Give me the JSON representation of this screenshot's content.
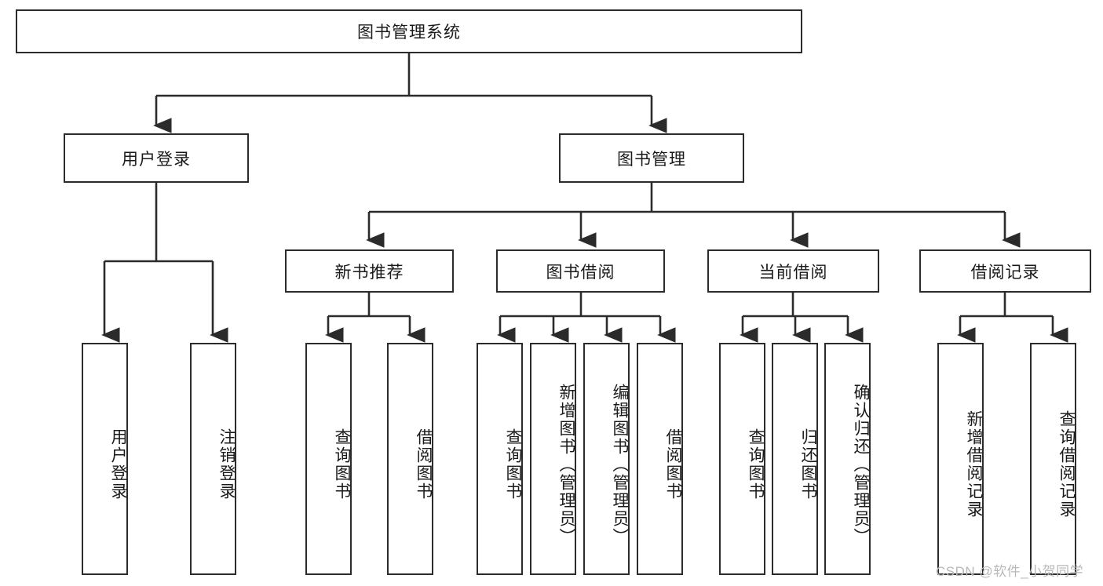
{
  "diagram": {
    "type": "hierarchy-tree",
    "title": "图书管理系统",
    "orientation": "top-down",
    "watermark": "CSDN @软件_小贺同学",
    "colors": {
      "stroke": "#2b2b2b",
      "fill": "#ffffff",
      "text": "#1a1a1a",
      "watermark": "#b8b8b8"
    },
    "nodes": {
      "root": {
        "label": "图书管理系统"
      },
      "level1": [
        {
          "id": "user-login",
          "label": "用户登录"
        },
        {
          "id": "book-manage",
          "label": "图书管理"
        }
      ],
      "level2": [
        {
          "id": "new-book-recommend",
          "label": "新书推荐"
        },
        {
          "id": "book-borrow",
          "label": "图书借阅"
        },
        {
          "id": "current-borrow",
          "label": "当前借阅"
        },
        {
          "id": "borrow-record",
          "label": "借阅记录"
        }
      ],
      "leaves": {
        "user-login": [
          {
            "id": "leaf-user-login",
            "label": "用户登录"
          },
          {
            "id": "leaf-logout-login",
            "label": "注销登录"
          }
        ],
        "new-book-recommend": [
          {
            "id": "leaf-query-book-1",
            "label": "查询图书"
          },
          {
            "id": "leaf-borrow-book-1",
            "label": "借阅图书"
          }
        ],
        "book-borrow": [
          {
            "id": "leaf-query-book-2",
            "label": "查询图书"
          },
          {
            "id": "leaf-add-book",
            "label": "新增图书（管理员）"
          },
          {
            "id": "leaf-edit-book",
            "label": "编辑图书（管理员）"
          },
          {
            "id": "leaf-borrow-book-2",
            "label": "借阅图书"
          }
        ],
        "current-borrow": [
          {
            "id": "leaf-query-book-3",
            "label": "查询图书"
          },
          {
            "id": "leaf-return-book",
            "label": "归还图书"
          },
          {
            "id": "leaf-confirm-return",
            "label": "确认归还（管理员）"
          }
        ],
        "borrow-record": [
          {
            "id": "leaf-add-record",
            "label": "新增借阅记录"
          },
          {
            "id": "leaf-query-record",
            "label": "查询借阅记录"
          }
        ]
      }
    }
  }
}
